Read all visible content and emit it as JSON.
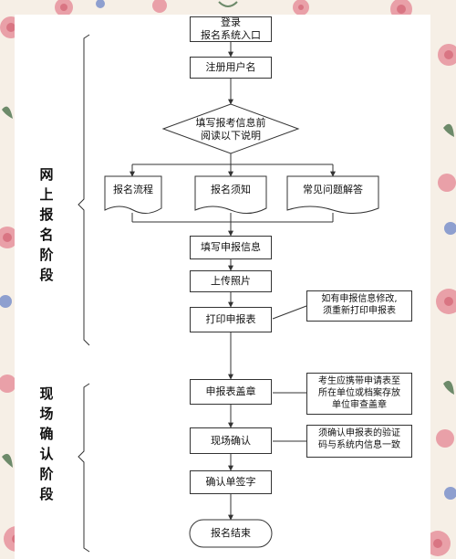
{
  "stages": {
    "online": [
      "网",
      "上",
      "报",
      "名",
      "阶",
      "段"
    ],
    "onsite": [
      "现",
      "场",
      "确",
      "认",
      "阶",
      "段"
    ]
  },
  "steps": {
    "login": [
      "登录",
      "报名系统入口"
    ],
    "register": "注册用户名",
    "read_notes": [
      "填写报考信息前",
      "阅读以下说明"
    ],
    "doc_process": "报名流程",
    "doc_notice": "报名须知",
    "doc_faq": "常见问题解答",
    "fill_info": "填写申报信息",
    "upload_photo": "上传照片",
    "print_form": "打印申报表",
    "stamp_form": "申报表盖章",
    "onsite_confirm": "现场确认",
    "sign_confirm": "确认单签字",
    "finish": "报名结束"
  },
  "notes": {
    "modify": [
      "如有申报信息修改,",
      "须重新打印申报表"
    ],
    "stamp": [
      "考生应携带申请表至",
      "所在单位或档案存放",
      "单位审查盖章"
    ],
    "verify": [
      "须确认申报表的验证",
      "码与系统内信息一致"
    ]
  },
  "colors": {
    "border_bg": "#f6efe6",
    "flower_pink": "#e9a0a8",
    "flower_dark": "#d97583",
    "leaf": "#6d8a6a",
    "blue_flower": "#8e9fcf"
  }
}
